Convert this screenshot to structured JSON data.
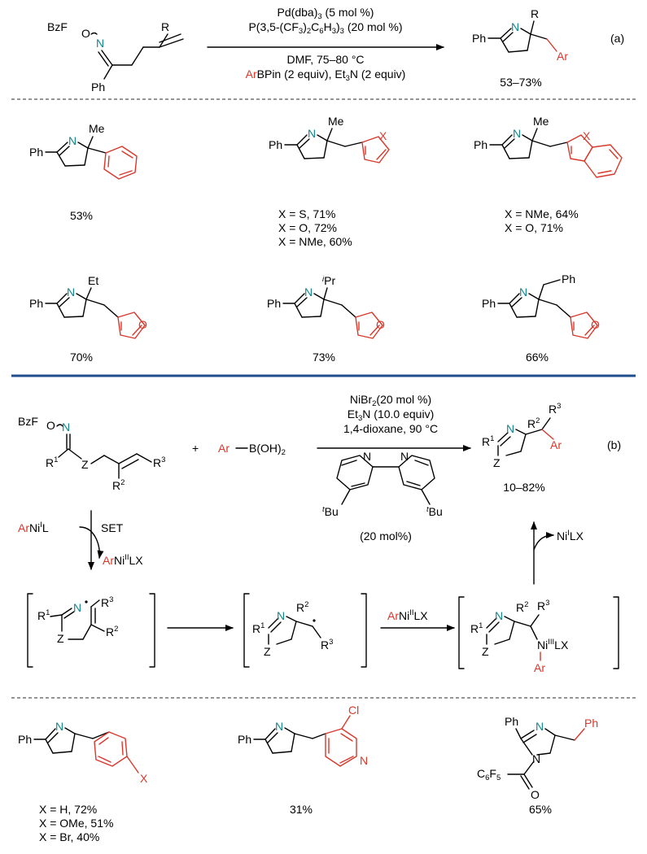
{
  "panel_a": {
    "reactant": {
      "bz": "BzF",
      "o": "O",
      "n": "N",
      "r": "R",
      "ph": "Ph"
    },
    "conditions": [
      "Pd(dba)3 (5 mol %)",
      "P(3,5-(CF3)2C6H3)3 (20 mol %)",
      "DMF, 75–80 °C",
      "ArBPin (2 equiv), Et3N (2 equiv)"
    ],
    "product": {
      "ph": "Ph",
      "n": "N",
      "r": "R",
      "ar": "Ar"
    },
    "label": "(a)",
    "yield": "53–73%"
  },
  "examples_a": [
    {
      "sub": "Me",
      "yield": [
        "53%"
      ]
    },
    {
      "sub": "Me",
      "het": "X",
      "yield": [
        "X = S, 71%",
        "X = O, 72%",
        "X = NMe, 60%"
      ]
    },
    {
      "sub": "Me",
      "het": "X",
      "yield": [
        "X = NMe, 64%",
        "X = O, 71%"
      ]
    },
    {
      "sub": "Et",
      "het": "O",
      "yield": [
        "70%"
      ]
    },
    {
      "sub": "iPr",
      "het": "O",
      "yield": [
        "73%"
      ]
    },
    {
      "sub": "Ph",
      "het": "O",
      "yield": [
        "66%"
      ]
    }
  ],
  "panel_b": {
    "reactant": {
      "bz": "BzF",
      "o": "O",
      "n": "N",
      "r1": "R1",
      "z": "Z",
      "r2": "R2",
      "r3": "R3"
    },
    "plus": "+",
    "boronic": {
      "ar": "Ar",
      "b": "B(OH)2"
    },
    "conditions": [
      "NiBr2(20 mol %)",
      "Et3N (10.0 equiv)",
      "1,4-dioxane, 90 °C"
    ],
    "ligand": {
      "n": "N",
      "tbu": "tBu",
      "loading": "(20 mol%)"
    },
    "product": {
      "r1": "R1",
      "n": "N",
      "r2": "R2",
      "r3": "R3",
      "z": "Z",
      "ar": "Ar"
    },
    "label": "(b)",
    "yield": "10–82%",
    "mechanism": {
      "arnil": "ArNiIL",
      "set": "SET",
      "arnilx": "ArNiIILX",
      "nilx": "NiILX",
      "intermediate_3_nilx": "NiIIILX",
      "arnilx_arrow": "ArNiIILX"
    }
  },
  "examples_b": [
    {
      "het": "X",
      "yield": [
        "X = H, 72%",
        "X = OMe, 51%",
        "X = Br, 40%"
      ]
    },
    {
      "het": "N",
      "cl": "Cl",
      "yield": [
        "31%"
      ]
    },
    {
      "c6f5": "C6F5",
      "o": "O",
      "ph": "Ph",
      "yield": [
        "65%"
      ]
    }
  ]
}
